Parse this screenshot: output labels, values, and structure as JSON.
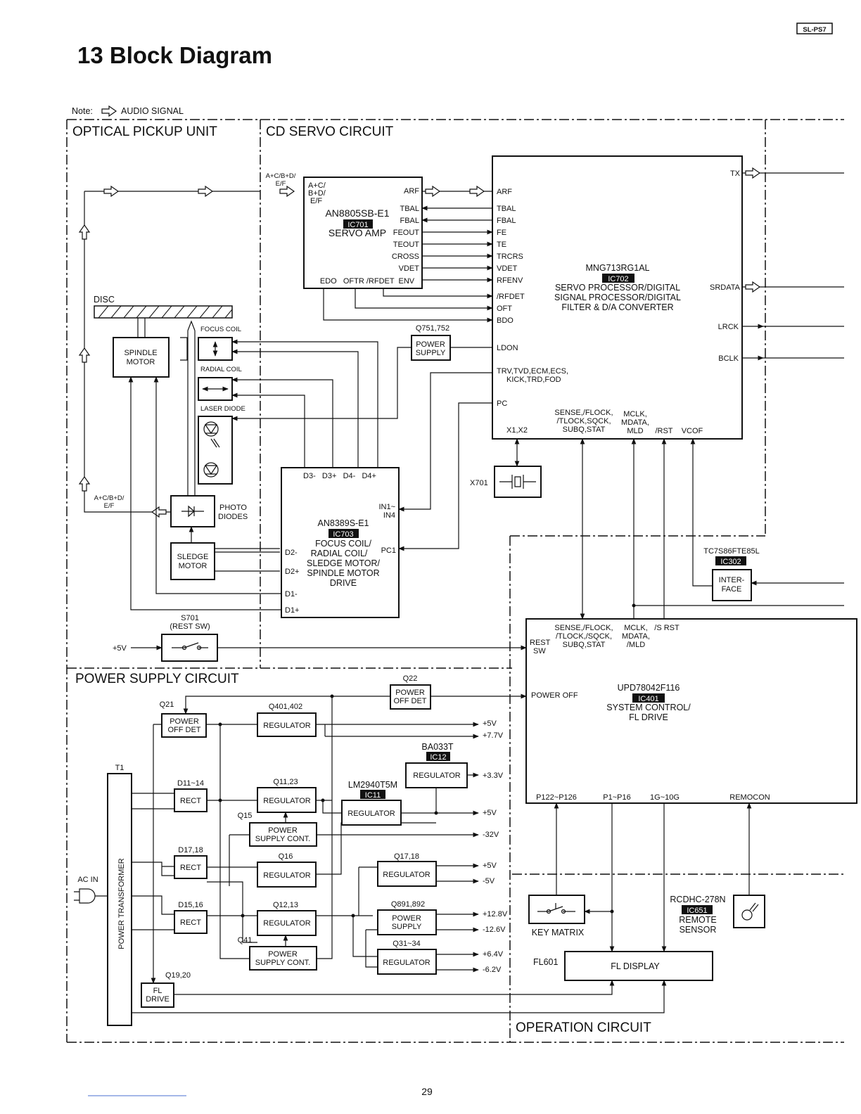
{
  "page": {
    "model_badge": "SL-PS7",
    "title": "13 Block Diagram",
    "note_label": "Note:",
    "note_text": "AUDIO SIGNAL",
    "page_number": "29"
  },
  "sections": {
    "optical_pickup": "OPTICAL PICKUP UNIT",
    "cd_servo": "CD SERVO CIRCUIT",
    "power_supply": "POWER SUPPLY CIRCUIT",
    "operation": "OPERATION CIRCUIT"
  },
  "optical": {
    "disc": "DISC",
    "spindle_motor": [
      "SPINDLE",
      "MOTOR"
    ],
    "focus_coil": "FOCUS COIL",
    "radial_coil": "RADIAL COIL",
    "laser_diode": "LASER DIODE",
    "photo_diodes": [
      "PHOTO",
      "DIODES"
    ],
    "sledge_motor": [
      "SLEDGE",
      "MOTOR"
    ],
    "sig_in": [
      "A+C/B+D/",
      "E/F"
    ],
    "sig_out": [
      "A+C/B+D/",
      "E/F"
    ],
    "s701": "S701",
    "rest_sw": "(REST SW)",
    "plus5v": "+5V"
  },
  "ic701": {
    "part": "AN8805SB-E1",
    "ref": "IC701",
    "func": "SERVO AMP",
    "in_label": [
      "A+C/",
      "B+D/",
      "E/F"
    ],
    "pins_right": [
      "ARF",
      "TBAL",
      "FBAL",
      "FEOUT",
      "TEOUT",
      "CROSS",
      "VDET"
    ],
    "pins_bottom": "EDO   OFTR /RFDET  ENV"
  },
  "ic702": {
    "part": "MNG713RG1AL",
    "ref": "IC702",
    "func": [
      "SERVO PROCESSOR/DIGITAL",
      "SIGNAL PROCESSOR/DIGITAL",
      "FILTER & D/A CONVERTER"
    ],
    "pins_left": [
      "ARF",
      "TBAL",
      "FBAL",
      "FE",
      "TE",
      "TRCRS",
      "VDET",
      "RFENV",
      "/RFDET",
      "OFT",
      "BDO",
      "LDON",
      "TRV,TVD,ECM,ECS,",
      "KICK,TRD,FOD",
      "PC"
    ],
    "pins_right": [
      "TX",
      "SRDATA",
      "LRCK",
      "BCLK"
    ],
    "pins_bottom": [
      "X1,X2",
      "SENSE,/FLOCK,",
      "/TLOCK,SQCK,",
      "SUBQ,STAT",
      "MCLK,",
      "MDATA,",
      "MLD",
      "/RST",
      "VCOF"
    ]
  },
  "q751": {
    "ref": "Q751,752",
    "label": [
      "POWER",
      "SUPPLY"
    ]
  },
  "x701": "X701",
  "ic703": {
    "part": "AN8389S-E1",
    "ref": "IC703",
    "func": [
      "FOCUS COIL/",
      "RADIAL COIL/",
      "SLEDGE MOTOR/",
      "SPINDLE MOTOR",
      "DRIVE"
    ],
    "pins_top": "D3-   D3+   D4-   D4+",
    "pins_in": [
      "IN1~",
      "IN4"
    ],
    "pin_pc1": "PC1",
    "pins_left": [
      "D2-",
      "D2+",
      "D1-",
      "D1+"
    ]
  },
  "ic302": {
    "part": "TC7S86FTE85L",
    "ref": "IC302",
    "label": [
      "INTER-",
      "FACE"
    ]
  },
  "ic401": {
    "pins_top": [
      "SENSE,/FLOCK,",
      "/TLOCK,/SQCK,",
      "SUBQ,STAT",
      "MCLK,",
      "MDATA,",
      "/MLD",
      "/S RST"
    ],
    "rest_sw": [
      "REST",
      "SW"
    ],
    "power_off": "POWER OFF",
    "part": "UPD78042F116",
    "ref": "IC401",
    "func": [
      "SYSTEM CONTROL/",
      "FL DRIVE"
    ],
    "pins_bottom": [
      "P122~P126",
      "P1~P16",
      "1G~10G",
      "REMOCON"
    ]
  },
  "power": {
    "q22": "Q22",
    "power_off_det": [
      "POWER",
      "OFF DET"
    ],
    "q21": "Q21",
    "q401": "Q401,402",
    "regulator": "REGULATOR",
    "t1": "T1",
    "transformer": "POWER TRANSFORMER",
    "ac_in": "AC IN",
    "d11": "D11~14",
    "d17": "D17,18",
    "d15": "D15,16",
    "rect": "RECT",
    "q11": "Q11,23",
    "q15": "Q15",
    "q16": "Q16",
    "q12": "Q12,13",
    "q41": "Q41",
    "supply_cont": [
      "POWER",
      "SUPPLY CONT."
    ],
    "q19": "Q19,20",
    "fl_drive": [
      "FL",
      "DRIVE"
    ],
    "ic12_part": "BA033T",
    "ic12_ref": "IC12",
    "ic11_part": "LM2940T5M",
    "ic11_ref": "IC11",
    "q17": "Q17,18",
    "q891": "Q891,892",
    "power_supply": [
      "POWER",
      "SUPPLY"
    ],
    "q31": "Q31~34",
    "rails": [
      "+5V",
      "+7.7V",
      "+3.3V",
      "+5V",
      "-32V",
      "+5V",
      "-5V",
      "+12.8V",
      "-12.6V",
      "+6.4V",
      "-6.2V"
    ]
  },
  "operation": {
    "key_matrix": "KEY MATRIX",
    "fl601": "FL601",
    "fl_display": "FL DISPLAY",
    "ic651_part": "RCDHC-278N",
    "ic651_ref": "IC651",
    "remote_sensor": [
      "REMOTE",
      "SENSOR"
    ]
  }
}
